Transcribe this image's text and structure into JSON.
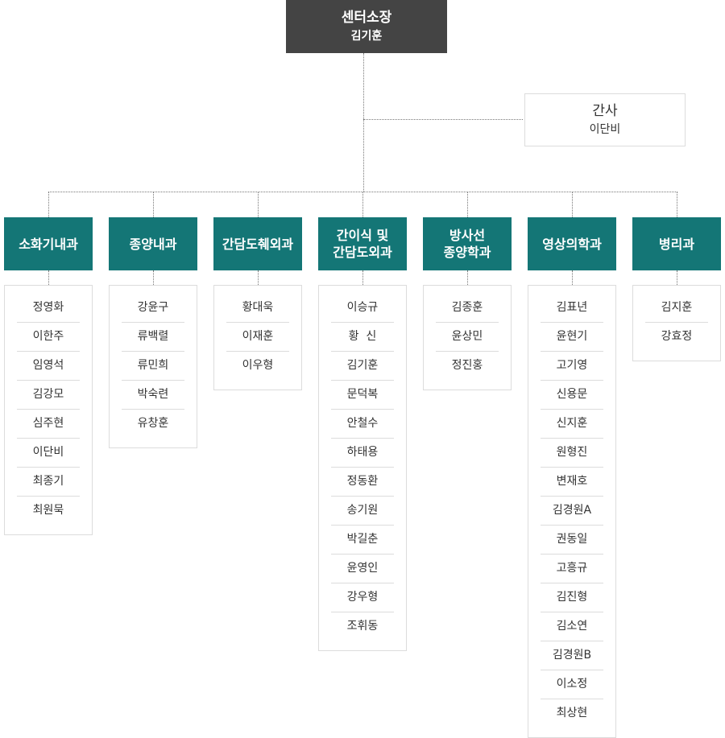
{
  "director": {
    "title": "센터소장",
    "name": "김기훈"
  },
  "secretary": {
    "title": "간사",
    "name": "이단비"
  },
  "colors": {
    "director_bg": "#444444",
    "dept_bg": "#147676",
    "border": "#dcdcdc"
  },
  "departments": [
    {
      "name": "소화기내과",
      "members": [
        "정영화",
        "이한주",
        "임영석",
        "김강모",
        "심주현",
        "이단비",
        "최종기",
        "최원묵"
      ]
    },
    {
      "name": "종양내과",
      "members": [
        "강윤구",
        "류백렬",
        "류민희",
        "박숙련",
        "유창훈"
      ]
    },
    {
      "name": "간담도췌외과",
      "members": [
        "황대욱",
        "이재훈",
        "이우형"
      ]
    },
    {
      "name": "간이식 및\n간담도외과",
      "members": [
        "이승규",
        "황  신",
        "김기훈",
        "문덕복",
        "안철수",
        "하태용",
        "정동환",
        "송기원",
        "박길춘",
        "윤영인",
        "강우형",
        "조휘동"
      ]
    },
    {
      "name": "방사선\n종양학과",
      "members": [
        "김종훈",
        "윤상민",
        "정진홍"
      ]
    },
    {
      "name": "영상의학과",
      "members": [
        "김표년",
        "윤현기",
        "고기영",
        "신용문",
        "신지훈",
        "원형진",
        "변재호",
        "김경원A",
        "권동일",
        "고흥규",
        "김진형",
        "김소연",
        "김경원B",
        "이소정",
        "최상현"
      ]
    },
    {
      "name": "병리과",
      "members": [
        "김지훈",
        "강효정"
      ]
    }
  ]
}
